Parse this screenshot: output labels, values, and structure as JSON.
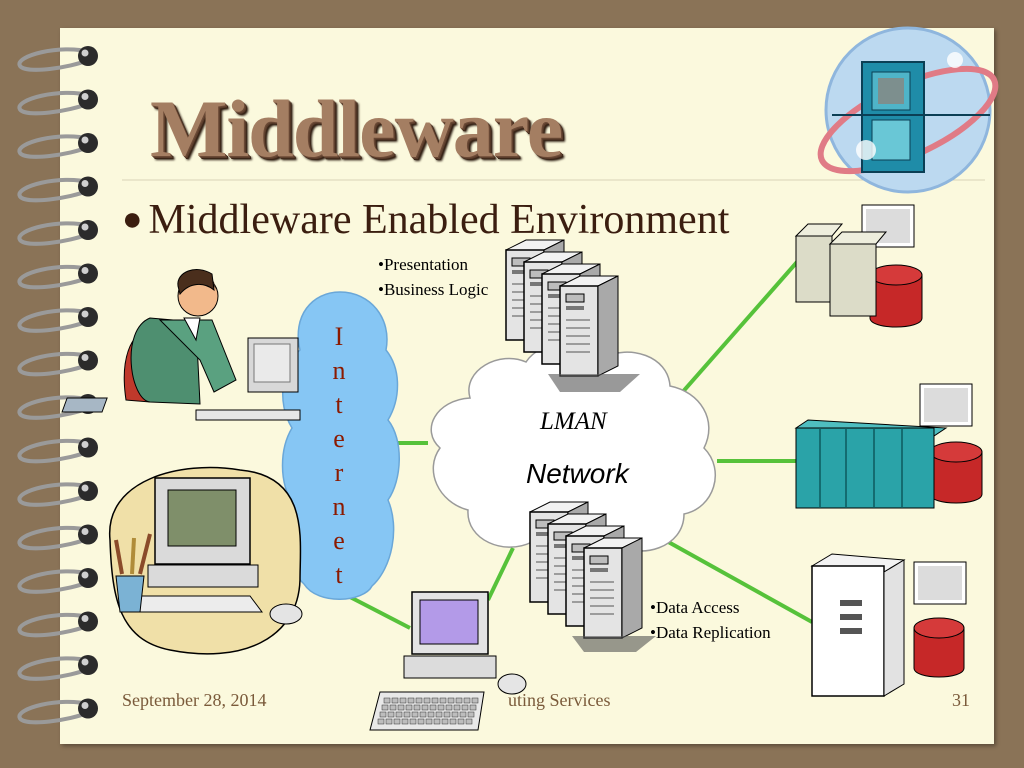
{
  "slide": {
    "title": "Middleware",
    "bullet_symbol": "●",
    "bullet": "Middleware Enabled Environment",
    "top_server_items": [
      "•Presentation",
      "•Business Logic"
    ],
    "bottom_server_items": [
      "•Data Access",
      "•Data Replication"
    ],
    "internet_letters": [
      "I",
      "n",
      "t",
      "e",
      "r",
      "n",
      "e",
      "t"
    ],
    "cloud_label_1": "LMAN",
    "cloud_label_2": "Network",
    "footer": {
      "date": "September 28, 2014",
      "center": "uting Services",
      "page": "31"
    }
  },
  "colors": {
    "background": "#fbf9dd",
    "frame": "#8a7357",
    "internet_cloud": "#86c6f4",
    "links": "#56c23a",
    "title": "#a47e62",
    "text": "#3b1e10"
  }
}
